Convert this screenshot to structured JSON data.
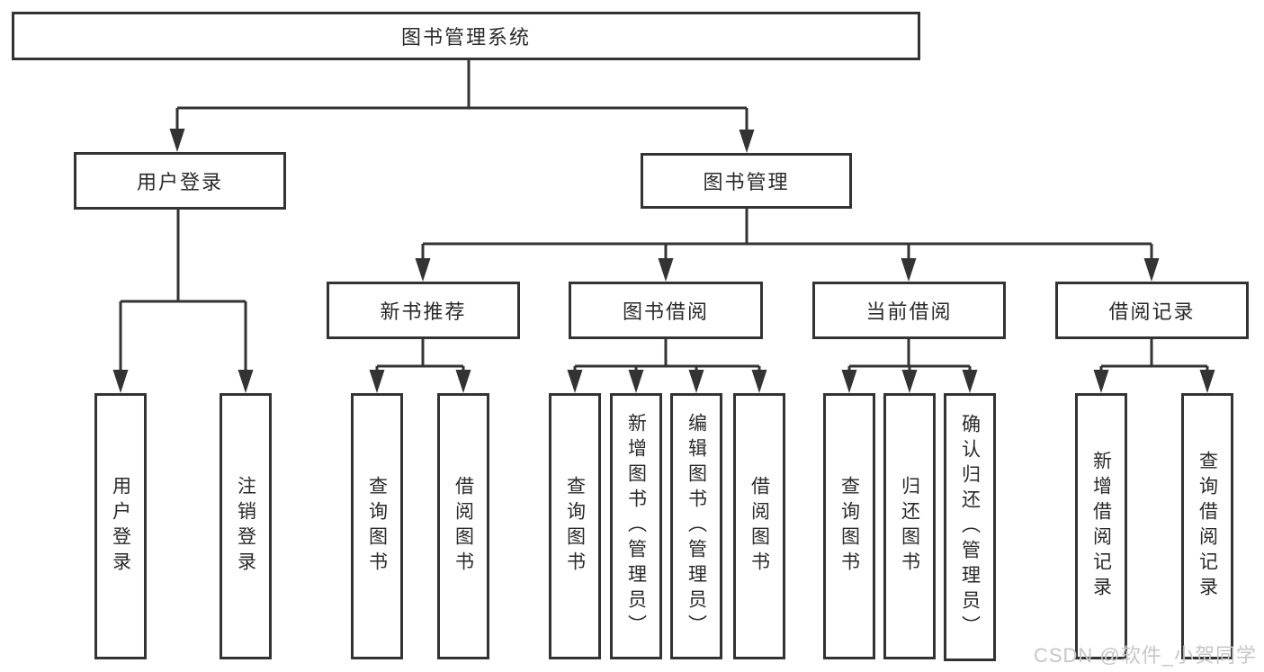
{
  "diagram": {
    "root": {
      "label": "图书管理系统"
    },
    "branches": [
      {
        "label": "用户登录",
        "children": [
          {
            "label": "用户登录"
          },
          {
            "label": "注销登录"
          }
        ]
      },
      {
        "label": "图书管理",
        "children": [
          {
            "label": "新书推荐",
            "children": [
              {
                "label": "查询图书"
              },
              {
                "label": "借阅图书"
              }
            ]
          },
          {
            "label": "图书借阅",
            "children": [
              {
                "label": "查询图书"
              },
              {
                "label": "新增图书（管理员）"
              },
              {
                "label": "编辑图书（管理员）"
              },
              {
                "label": "借阅图书"
              }
            ]
          },
          {
            "label": "当前借阅",
            "children": [
              {
                "label": "查询图书"
              },
              {
                "label": "归还图书"
              },
              {
                "label": "确认归还（管理员）"
              }
            ]
          },
          {
            "label": "借阅记录",
            "children": [
              {
                "label": "新增借阅记录"
              },
              {
                "label": "查询借阅记录"
              }
            ]
          }
        ]
      }
    ]
  },
  "watermark": {
    "text": "CSDN @软件_小贺同学"
  },
  "colors": {
    "line": "#333333",
    "text": "#2a2a2a",
    "background": "#ffffff",
    "watermark": "#c6c6c6"
  }
}
